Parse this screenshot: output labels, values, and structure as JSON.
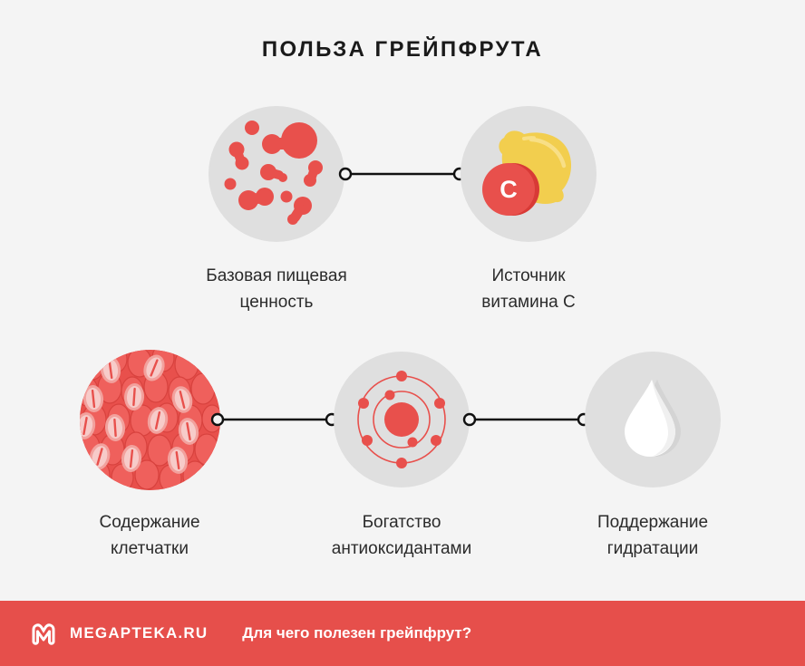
{
  "page": {
    "title": "ПОЛЬЗА ГРЕЙПФРУТА",
    "background_color": "#f4f4f4",
    "accent_color": "#e64f4b",
    "circle_color": "#dfdfdf",
    "text_color": "#2b2b2b"
  },
  "nodes": [
    {
      "id": "nutrition",
      "icon": "molecules-icon",
      "label": "Базовая пищевая\nценность"
    },
    {
      "id": "vitamin-c",
      "icon": "lemon-vitamin-c-icon",
      "label": "Источник\nвитамина С",
      "badge_letter": "C"
    },
    {
      "id": "fiber",
      "icon": "grapefruit-flesh-icon",
      "label": "Содержание\nклетчатки"
    },
    {
      "id": "antioxidants",
      "icon": "atom-icon",
      "label": "Богатство\nантиоксидантами"
    },
    {
      "id": "hydration",
      "icon": "water-drop-icon",
      "label": "Поддержание\nгидратации"
    }
  ],
  "footer": {
    "logo_icon": "megapteka-m-logo-icon",
    "brand": "MEGAPTEKA.RU",
    "question": "Для чего полезен грейпфрут?"
  }
}
